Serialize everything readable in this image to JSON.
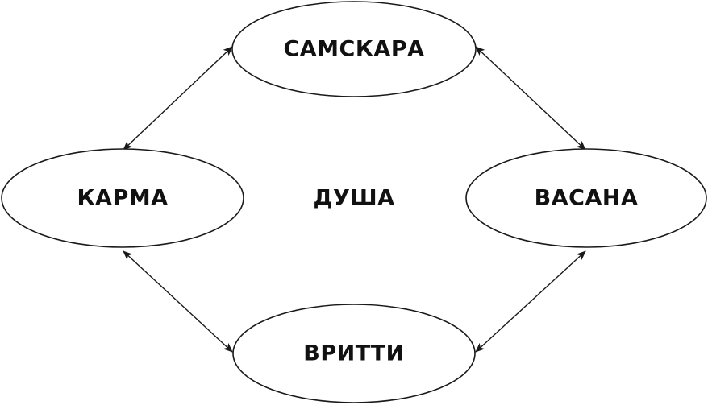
{
  "nodes": {
    "top": {
      "label": "САМСКАРА"
    },
    "right": {
      "label": "ВАСАНА"
    },
    "bottom": {
      "label": "ВРИТТИ"
    },
    "left": {
      "label": "КАРМА"
    }
  },
  "center": {
    "label": "ДУША"
  },
  "connections": [
    {
      "from": "left",
      "to": "top",
      "bidirectional": true
    },
    {
      "from": "top",
      "to": "right",
      "bidirectional": true
    },
    {
      "from": "right",
      "to": "bottom",
      "bidirectional": true
    },
    {
      "from": "bottom",
      "to": "left",
      "bidirectional": true
    }
  ],
  "colors": {
    "stroke": "#1a1a1a",
    "text": "#111111",
    "background": "#ffffff"
  }
}
